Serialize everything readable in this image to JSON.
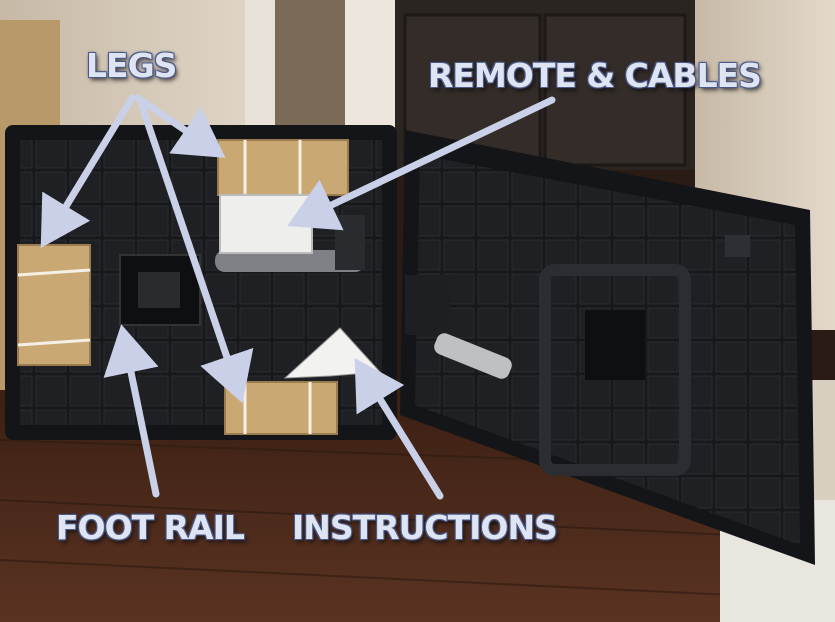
{
  "labels": {
    "legs": "LEGS",
    "remote_cables": "REMOTE & CABLES",
    "foot_rail": "FOOT RAIL",
    "instructions": "INSTRUCTIONS"
  },
  "colors": {
    "label_text": "#dfe4f2",
    "arrow": "#c9d0e8",
    "floor": "#4a2a1a",
    "frame": "#1b1c20",
    "box": "#c9a86e",
    "wall": "#d9cfc0"
  }
}
